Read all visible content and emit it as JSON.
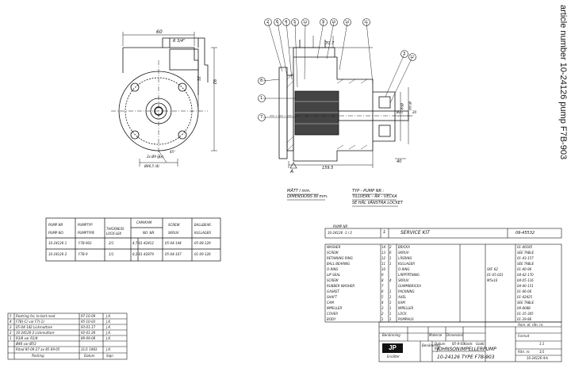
{
  "side_label": "article number 10-24126   pump F7B-903",
  "views": {
    "left": {
      "dim_top": "60",
      "dim_thread": "R 3/4\"",
      "dim_height": "92",
      "dim_right": "31",
      "note_holes": "2x Ø9 (4x)",
      "note_pcd": "Ø46,5 (4)",
      "dim_angle": "45°"
    },
    "right": {
      "dim_top": "70.7",
      "dim_length": "159.5",
      "dim_bottom_right": "40",
      "dim_phi1": "Ø108",
      "dim_phi2": "Ø94",
      "dim_phi3": "Ø21",
      "dim_shaft": "20",
      "section_mark": "A",
      "callouts": [
        "2",
        "6",
        "4",
        "5",
        "13",
        "9",
        "10",
        "14",
        "11",
        "3",
        "12",
        "8",
        "1",
        "7"
      ]
    }
  },
  "units_note": {
    "line1": "MÅTT I  mm.",
    "line2": "DIMENSIONS  IN  mm."
  },
  "pump_id_note": {
    "line1": "TYP - PUMP NR :",
    "line2": "TILLVERK - ÅR - VECKA",
    "line3": "SE  HÅL VÄNSTRA  LOCKET"
  },
  "pump_table": {
    "headers": [
      [
        "PUMP NR",
        "PUMP NO."
      ],
      [
        "PUMPTYP",
        "PUMPTYPE"
      ],
      [
        "THICKNESS",
        "LOCK-LEK"
      ],
      [
        "CAM/KAM",
        "NO. NR."
      ],
      [
        "SCREW",
        "SKRUV"
      ],
      [
        "BALLBEAR.",
        "KULLAGER"
      ]
    ],
    "rows": [
      [
        "10-24126-1",
        "F7B-903",
        "2/1",
        "4,7  01-42412",
        "05-04-144",
        "05-08-129"
      ],
      [
        "10-24126-2",
        "F7B-9",
        "1/1",
        "8,2  01-42879",
        "05-04-107",
        "01-09-126"
      ]
    ]
  },
  "service_kit": {
    "label_top": "PUMP NR",
    "label_num": "10-24126 -1 / 2",
    "index": "1",
    "title": "SERVICE KIT",
    "part_no": "09-45532"
  },
  "parts_list": {
    "rows": [
      [
        "WASHER",
        "14",
        "2",
        "BRICKA",
        "",
        "",
        "01-40185"
      ],
      [
        "SCREW",
        "13",
        "6",
        "SKRUV",
        "",
        "",
        "SEE TABLE"
      ],
      [
        "RETAINING RING",
        "12",
        "1",
        "LÅSRING",
        "",
        "",
        "01-43-157"
      ],
      [
        "BALL BEARING",
        "11",
        "1",
        "KULLAGER",
        "",
        "",
        "SEE TABLE"
      ],
      [
        "O-RING",
        "10",
        "",
        "O-RING",
        "",
        "SKF 62",
        "01-40-96"
      ],
      [
        "LIP SEAL",
        "9",
        "",
        "LÄPPTÄTNING",
        "",
        "01-05-021",
        "04-42-170"
      ],
      [
        "SCREW",
        "8",
        "4",
        "SKRUV",
        "",
        "M5x16",
        "04-05-116"
      ],
      [
        "RUBBER WASHER",
        "7",
        "",
        "GUMMIBRICKA",
        "",
        "",
        "04-40-151"
      ],
      [
        "GASKET",
        "6",
        "1",
        "PACKNING",
        "",
        "",
        "01-46-06"
      ],
      [
        "SHAFT",
        "5",
        "1",
        "AXEL",
        "",
        "",
        "01-42425"
      ],
      [
        "CAM",
        "4",
        "1",
        "KAM",
        "",
        "",
        "SEE TABLE"
      ],
      [
        "IMPELLER",
        "3",
        "1",
        "IMPELLER",
        "",
        "",
        "09-808B"
      ],
      [
        "COVER",
        "2",
        "1",
        "LOCK",
        "",
        "",
        "01-35-305"
      ],
      [
        "BODY",
        "1",
        "1",
        "PUMPHUS",
        "",
        "",
        "01-39-86"
      ]
    ],
    "footer": [
      "Benämning",
      "Material",
      "Dimension",
      "Anm. el. ritn. nr."
    ]
  },
  "revisions": {
    "rows": [
      [
        "5",
        "Rostring far, ta bort med",
        "97-10-09",
        "J.K."
      ],
      [
        "4",
        "F7B(-C) var F7(-1)",
        "95-10-03",
        "J.K."
      ],
      [
        "3",
        "05-04-142  Lickmuttare",
        "93-01-17",
        "J.K."
      ],
      [
        "2",
        "10-24126-2  Lickmuttare",
        "92-01-28",
        "J.K."
      ],
      [
        "1",
        "R3/8 var  R1/4",
        "89-09-08",
        "J.K."
      ],
      [
        "",
        "Ø46 var Ø53",
        "",
        ""
      ],
      [
        "",
        "Ritad 85-09-27 av  85-09-05",
        "31/1 1983",
        "J.K."
      ]
    ],
    "footer": [
      "Ändring",
      "Datum",
      "Sign"
    ]
  },
  "title_block": {
    "company": "JOHNSON",
    "company_full": "IMPELLERPUMP",
    "art_no": "10-24126",
    "type": "TYPE  F7B-903",
    "drawing_no": "10-24126 Ark",
    "sheet": "1/1",
    "scale": "1:1",
    "logo": "JP",
    "label_ritn": "Ritn. nr.",
    "label_benamning": "Benämning",
    "label_datum": "Datum",
    "label_rit": "Rit.",
    "label_kontr": "Kontr.",
    "label_godk": "Godk.",
    "date_val": "85-9-05",
    "dept": "Ersätter",
    "label_format": "Format"
  }
}
